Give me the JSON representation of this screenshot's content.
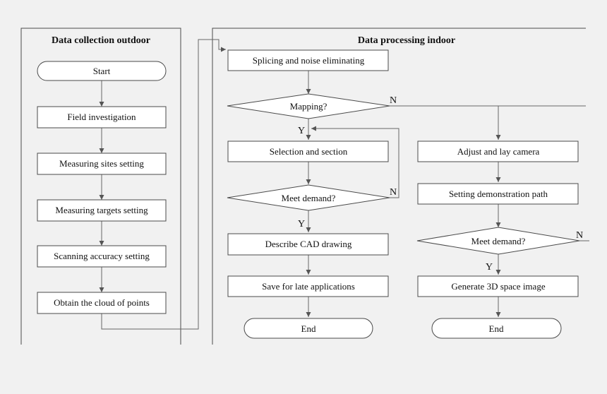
{
  "sections": {
    "outdoor_title": "Data collection outdoor",
    "indoor_title": "Data processing indoor"
  },
  "nodes": {
    "start": "Start",
    "field": "Field investigation",
    "sites": "Measuring sites setting",
    "targets": "Measuring targets setting",
    "accuracy": "Scanning accuracy setting",
    "cloud": "Obtain the cloud of points",
    "splicing": "Splicing and noise eliminating",
    "mapping": "Mapping?",
    "selection": "Selection and section",
    "meet1": "Meet demand?",
    "describe": "Describe  CAD drawing",
    "save": "Save for late applications",
    "end1": "End",
    "adjust": "Adjust and lay camera",
    "path": "Setting demonstration path",
    "meet2": "Meet demand?",
    "generate": "Generate 3D space image",
    "end2": "End"
  },
  "labels": {
    "mapping_n": "N",
    "mapping_y": "Y",
    "meet1_n": "N",
    "meet1_y": "Y",
    "meet2_n": "N",
    "meet2_y": "Y"
  }
}
